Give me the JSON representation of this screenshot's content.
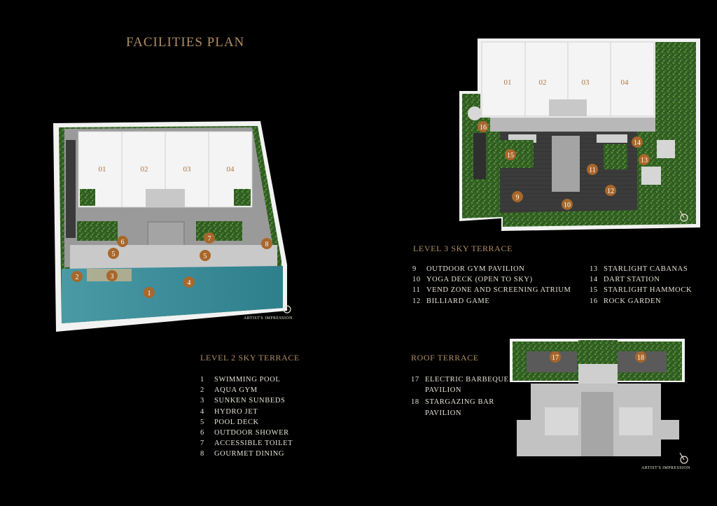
{
  "title": "FACILITIES PLAN",
  "artist_impression": "ARTIST'S IMPRESSION",
  "level2": {
    "heading": "LEVEL 2 SKY TERRACE",
    "units": [
      "01",
      "02",
      "03",
      "04"
    ],
    "items": [
      {
        "num": "1",
        "label": "SWIMMING POOL"
      },
      {
        "num": "2",
        "label": "AQUA GYM"
      },
      {
        "num": "3",
        "label": "SUNKEN SUNBEDS"
      },
      {
        "num": "4",
        "label": "HYDRO JET"
      },
      {
        "num": "5",
        "label": "POOL DECK"
      },
      {
        "num": "6",
        "label": "OUTDOOR SHOWER"
      },
      {
        "num": "7",
        "label": "ACCESSIBLE TOILET"
      },
      {
        "num": "8",
        "label": "GOURMET DINING"
      }
    ]
  },
  "level3": {
    "heading": "LEVEL 3 SKY TERRACE",
    "units": [
      "01",
      "02",
      "03",
      "04"
    ],
    "items_left": [
      {
        "num": "9",
        "label": "OUTDOOR GYM PAVILION"
      },
      {
        "num": "10",
        "label": "YOGA DECK (OPEN TO SKY)"
      },
      {
        "num": "11",
        "label": "VEND ZONE AND SCREENING ATRIUM"
      },
      {
        "num": "12",
        "label": "BILLIARD GAME"
      }
    ],
    "items_right": [
      {
        "num": "13",
        "label": "STARLIGHT CABANAS"
      },
      {
        "num": "14",
        "label": "DART STATION"
      },
      {
        "num": "15",
        "label": "STARLIGHT HAMMOCK"
      },
      {
        "num": "16",
        "label": "ROCK GARDEN"
      }
    ]
  },
  "roof": {
    "heading": "ROOF TERRACE",
    "items": [
      {
        "num": "17",
        "label": "ELECTRIC BARBEQUE PAVILION"
      },
      {
        "num": "18",
        "label": "STARGAZING BAR PAVILION"
      }
    ]
  },
  "markers": [
    "1",
    "2",
    "3",
    "4",
    "5",
    "5",
    "6",
    "7",
    "8",
    "9",
    "10",
    "11",
    "12",
    "13",
    "14",
    "15",
    "16",
    "17",
    "18"
  ]
}
